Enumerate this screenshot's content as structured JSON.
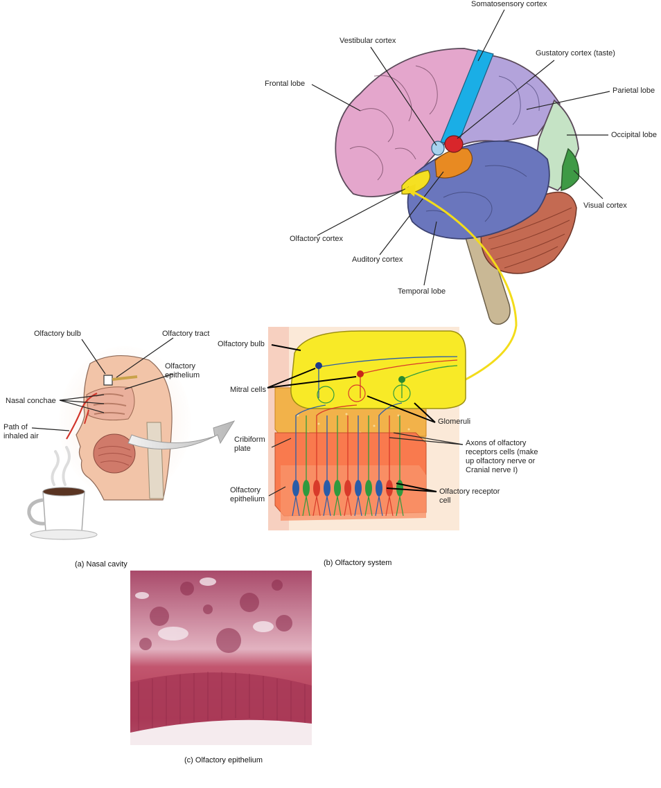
{
  "brain": {
    "labels": {
      "somatosensory": "Somatosensory cortex",
      "vestibular": "Vestibular cortex",
      "gustatory": "Gustatory cortex (taste)",
      "frontal": "Frontal lobe",
      "parietal": "Parietal lobe",
      "occipital": "Occipital lobe",
      "visual": "Visual cortex",
      "olfactory_cortex": "Olfactory cortex",
      "auditory": "Auditory cortex",
      "temporal": "Temporal lobe"
    },
    "colors": {
      "frontal": "#e4a6cc",
      "somatosensory": "#1aaee6",
      "parietal": "#b3a3db",
      "occipital": "#c5e3c5",
      "visual": "#3e9a45",
      "temporal": "#6a76bd",
      "auditory": "#e88a22",
      "gustatory": "#d8262b",
      "vestibular": "#a8d2ee",
      "olfactory": "#f5e022",
      "cerebellum": "#c46a52",
      "brainstem": "#c9b895"
    }
  },
  "nasal": {
    "labels": {
      "bulb": "Olfactory bulb",
      "tract": "Olfactory tract",
      "epithelium": "Olfactory epithelium",
      "conchae": "Nasal conchae",
      "air": "Path of inhaled air"
    },
    "caption": "(a) Nasal cavity"
  },
  "system": {
    "labels": {
      "bulb": "Olfactory bulb",
      "mitral": "Mitral cells",
      "cribriform": "Cribiform plate",
      "epithelium": "Olfactory epithelium",
      "glomeruli": "Glomeruli",
      "axons": "Axons of olfactory receptors cells (make up olfactory nerve or Cranial nerve I)",
      "receptor": "Olfactory receptor cell"
    },
    "caption": "(b) Olfactory system"
  },
  "micro": {
    "caption": "(c) Olfactory epithelium"
  }
}
